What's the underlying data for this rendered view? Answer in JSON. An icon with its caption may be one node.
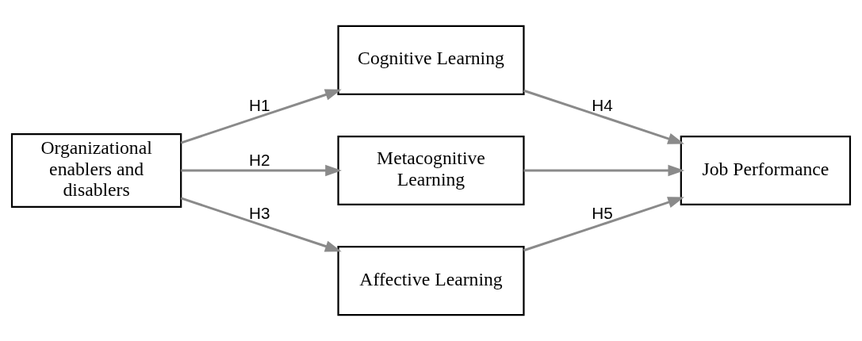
{
  "diagram": {
    "nodes": [
      {
        "text": [
          "Organizational enablers and disablers"
        ]
      },
      {
        "text": [
          "Cognitive Learning"
        ]
      },
      {
        "text": [
          "Metacognitive Learning"
        ]
      },
      {
        "text": [
          "Affective Learning"
        ]
      },
      {
        "text": [
          "Job Performance"
        ]
      }
    ],
    "edges": [
      {
        "from": 0,
        "to": 1,
        "arrow": "to",
        "label": "H1"
      },
      {
        "from": 0,
        "to": 2,
        "arrow": "to",
        "label": "H2"
      },
      {
        "from": 0,
        "to": 3,
        "arrow": "to",
        "label": "H3"
      },
      {
        "from": 1,
        "to": 4,
        "arrow": "to",
        "label": "H4"
      },
      {
        "from": 2,
        "to": 4,
        "arrow": "to"
      },
      {
        "from": 3,
        "to": 4,
        "arrow": "to",
        "label": "H5"
      }
    ]
  }
}
